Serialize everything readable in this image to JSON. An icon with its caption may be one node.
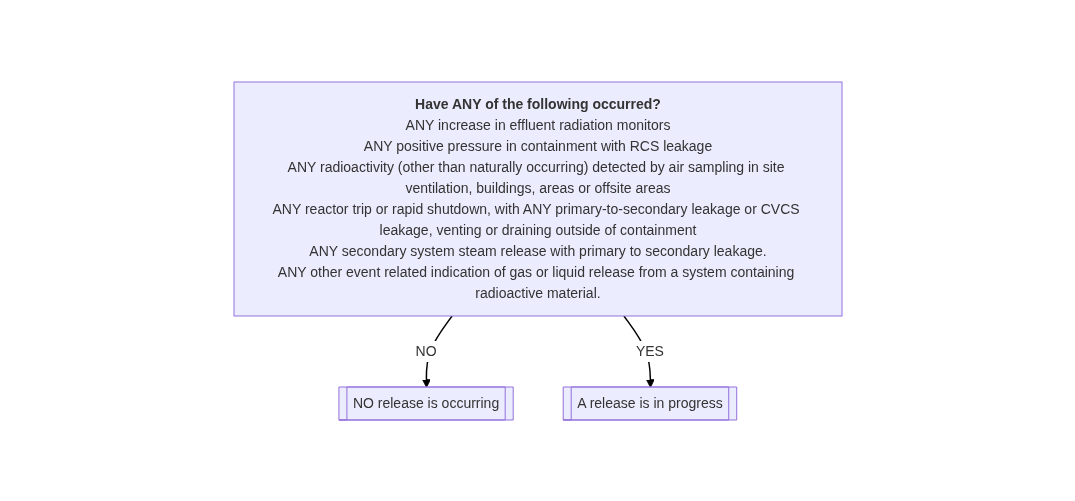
{
  "diagram": {
    "nodes": [
      {
        "text": [
          "Have ANY of the following occurred?",
          "ANY increase in effluent radiation monitors",
          "ANY positive pressure in containment with RCS leakage",
          "ANY radioactivity (other than naturally occurring) detected by air sampling in site ventilation, buildings, areas or offsite areas",
          "ANY reactor trip or rapid shutdown, with ANY primary-to-secondary leakage or CVCS leakage, venting or draining outside of containment",
          "ANY secondary system steam release with primary to secondary leakage.",
          "ANY other event related indication of gas or liquid release from a system containing radioactive material."
        ]
      },
      {
        "text": [
          "NO release is occurring"
        ]
      },
      {
        "text": [
          "A release is in progress"
        ]
      }
    ],
    "edges": [
      {
        "from": 0,
        "to": 1,
        "arrow": "to",
        "label": "NO"
      },
      {
        "from": 0,
        "to": 2,
        "arrow": "to",
        "label": "YES"
      }
    ]
  }
}
